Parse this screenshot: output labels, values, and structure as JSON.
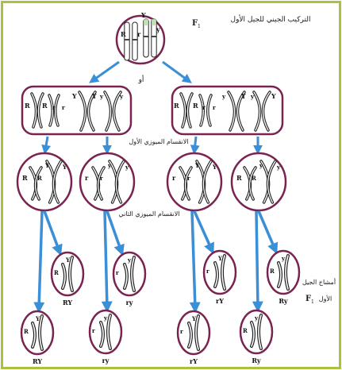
{
  "labels": {
    "parent_title_line1": "التركيب الجيني للجيل الأول",
    "parent_title_sub": "F",
    "parent_title_sub_index": "1",
    "or_label": "أو",
    "meiosis_one": "الانقسام الميوزي الأول",
    "meiosis_two": "الانقسام الميوزي الثاني",
    "f2_line1": "أمشاج الجيل",
    "f2_line2": "الأول",
    "f2_symbol": "F",
    "f2_index": "1"
  },
  "alleles": {
    "R": "R",
    "r": "r",
    "Y": "Y",
    "y": "y"
  },
  "gametes": {
    "row1": [
      "RY",
      "ry",
      "rY",
      "Ry"
    ],
    "row2": [
      "RY",
      "ry",
      "rY",
      "Ry"
    ]
  },
  "colors": {
    "border": "#a8c23a",
    "circle": "#7a2350",
    "arrow": "#3a8fd6",
    "chromosome_outline": "#222222",
    "chromosome_fill": "#ffffff",
    "chromosome_band": "#4a4a4a",
    "tip_green": "#b6d7a8"
  }
}
